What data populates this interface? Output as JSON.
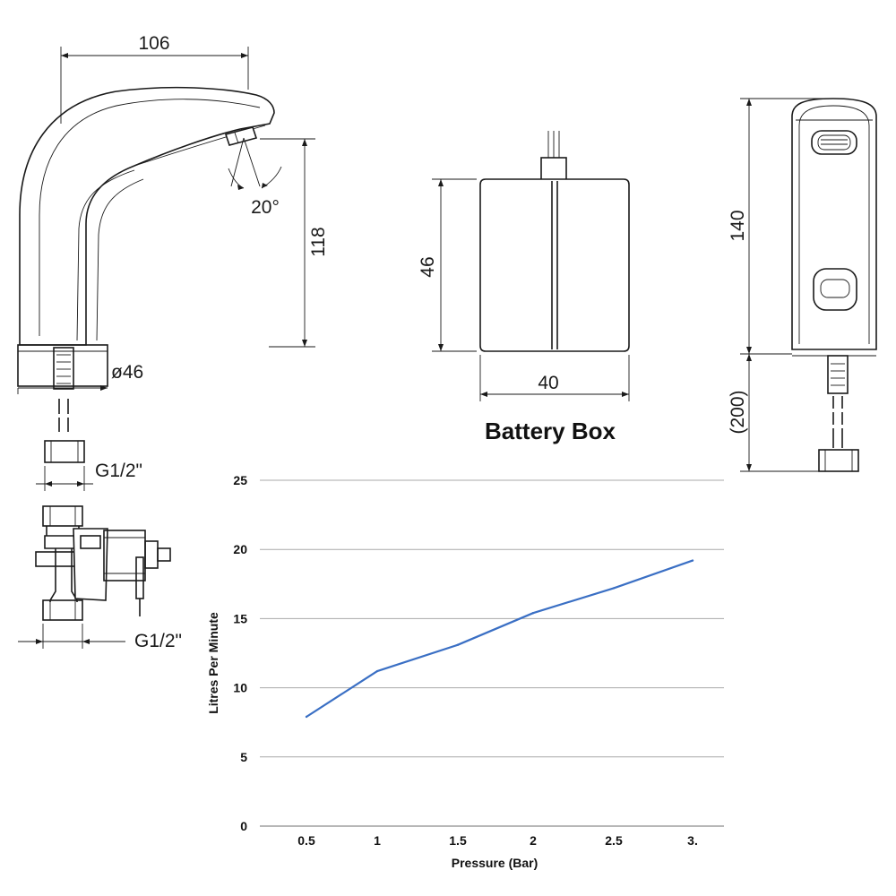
{
  "faucet_side": {
    "width_label": "106",
    "height_label": "118",
    "angle_label": "20°",
    "base_label": "ø46",
    "thread_upper_label": "G1/2\"",
    "thread_lower_label": "G1/2\""
  },
  "battery_box": {
    "title": "Battery Box",
    "height_label": "46",
    "width_label": "40"
  },
  "faucet_front": {
    "height_label": "140",
    "hose_label": "(200)"
  },
  "chart_data": {
    "type": "line",
    "categories": [
      "0.5",
      "1",
      "1.5",
      "2",
      "2.5",
      "3."
    ],
    "series": [
      {
        "values": [
          7.9,
          11.2,
          13.1,
          15.4,
          17.2,
          19.2
        ],
        "color": "#3a6fc4"
      }
    ],
    "xlabel": "Pressure (Bar)",
    "ylabel": "Litres Per Minute",
    "ylim": [
      0,
      25
    ],
    "yticks": [
      "0",
      "5",
      "10",
      "15",
      "20",
      "25"
    ],
    "grid": true
  }
}
